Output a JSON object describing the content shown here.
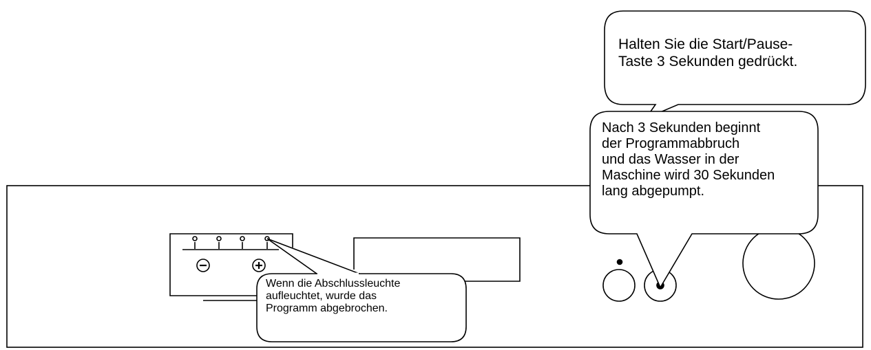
{
  "diagram": {
    "callouts": {
      "top": {
        "text": "Halten Sie die Start/Pause-\nTaste 3 Sekunden gedrückt."
      },
      "middle": {
        "text": "Nach 3 Sekunden beginnt\nder Programmabbruch\nund das Wasser in der\nMaschine wird 30 Sekunden\nlang abgepumpt."
      },
      "bottom": {
        "text": "Wenn die Abschlussleuchte\naufleuchtet, wurde das\nProgramm abgebrochen."
      }
    },
    "colors": {
      "stroke": "#000000",
      "fill": "#ffffff"
    },
    "icons": {
      "minus_button": "minus-circle-icon",
      "plus_button": "plus-circle-icon",
      "start_pause_button": "start-pause-button-icon"
    }
  }
}
